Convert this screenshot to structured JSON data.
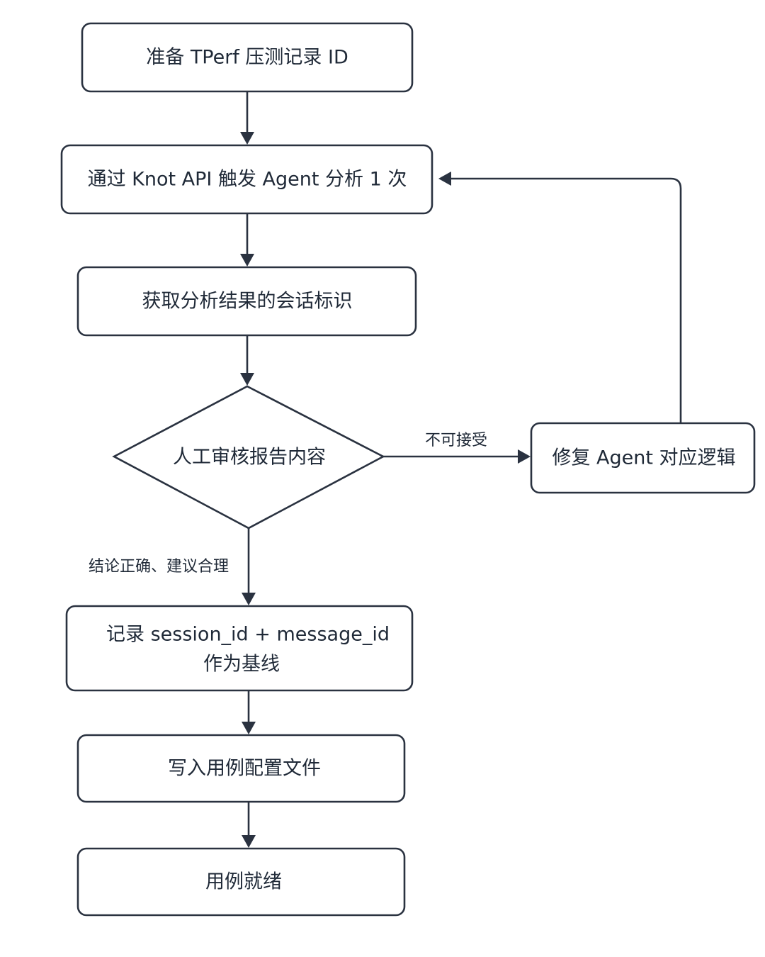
{
  "nodes": {
    "prepare_id": "准备 TPerf 压测记录 ID",
    "trigger_agent": "通过 Knot API 触发 Agent 分析 1 次",
    "get_session": "获取分析结果的会话标识",
    "review": "人工审核报告内容",
    "fix_agent": "修复 Agent 对应逻辑",
    "record_line1": "记录 session_id + message_id",
    "record_line2": "作为基线",
    "write_config": "写入用例配置文件",
    "ready": "用例就绪"
  },
  "edges": {
    "reject_label": "不可接受",
    "accept_label": "结论正确、建议合理"
  }
}
